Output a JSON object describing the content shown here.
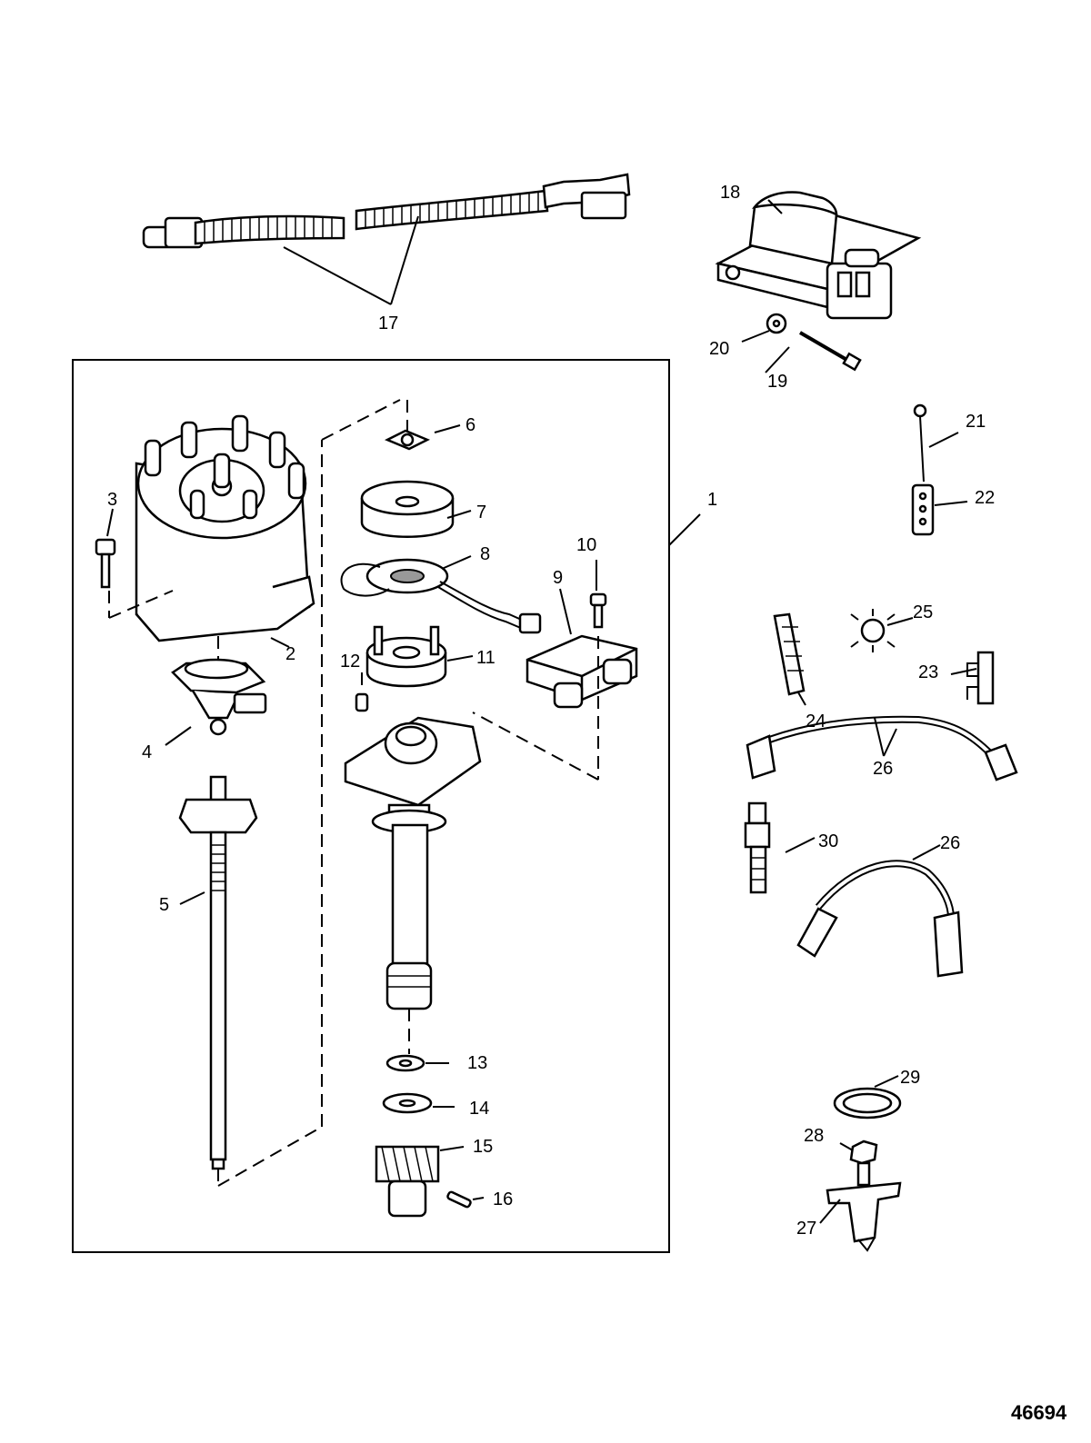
{
  "figure_number": "46694",
  "callouts": [
    {
      "id": "c1",
      "label": "1"
    },
    {
      "id": "c2",
      "label": "2"
    },
    {
      "id": "c3",
      "label": "3"
    },
    {
      "id": "c4",
      "label": "4"
    },
    {
      "id": "c5",
      "label": "5"
    },
    {
      "id": "c6",
      "label": "6"
    },
    {
      "id": "c7",
      "label": "7"
    },
    {
      "id": "c8",
      "label": "8"
    },
    {
      "id": "c9",
      "label": "9"
    },
    {
      "id": "c10",
      "label": "10"
    },
    {
      "id": "c11",
      "label": "11"
    },
    {
      "id": "c12",
      "label": "12"
    },
    {
      "id": "c13",
      "label": "13"
    },
    {
      "id": "c14",
      "label": "14"
    },
    {
      "id": "c15",
      "label": "15"
    },
    {
      "id": "c16",
      "label": "16"
    },
    {
      "id": "c17",
      "label": "17"
    },
    {
      "id": "c18",
      "label": "18"
    },
    {
      "id": "c19",
      "label": "19"
    },
    {
      "id": "c20",
      "label": "20"
    },
    {
      "id": "c21",
      "label": "21"
    },
    {
      "id": "c22",
      "label": "22"
    },
    {
      "id": "c23",
      "label": "23"
    },
    {
      "id": "c24",
      "label": "24"
    },
    {
      "id": "c25",
      "label": "25"
    },
    {
      "id": "c26a",
      "label": "26"
    },
    {
      "id": "c26b",
      "label": "26"
    },
    {
      "id": "c27",
      "label": "27"
    },
    {
      "id": "c28",
      "label": "28"
    },
    {
      "id": "c29",
      "label": "29"
    },
    {
      "id": "c30",
      "label": "30"
    }
  ]
}
